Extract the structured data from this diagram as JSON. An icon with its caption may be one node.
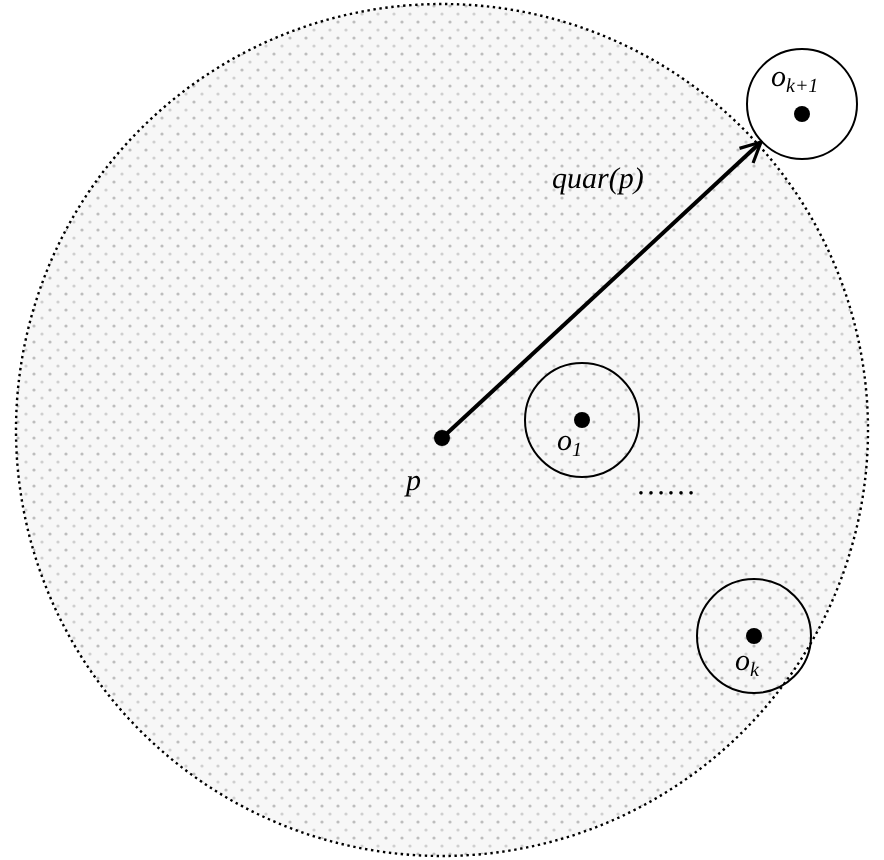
{
  "diagram": {
    "nodes": [
      {
        "text": [],
        "shape": "circle"
      },
      {
        "text": [
          "p"
        ],
        "in": 0
      },
      {
        "text": [
          "o$_{1}$"
        ],
        "in": 0
      },
      {
        "text": [
          "o$_{k}$"
        ],
        "in": 0
      },
      {
        "text": [
          "o$_{k+1}$"
        ]
      }
    ],
    "edges": [
      {
        "from": 1,
        "to": 4,
        "arrow": "to",
        "label": "quar(p)"
      }
    ],
    "labels": [
      "……"
    ]
  }
}
